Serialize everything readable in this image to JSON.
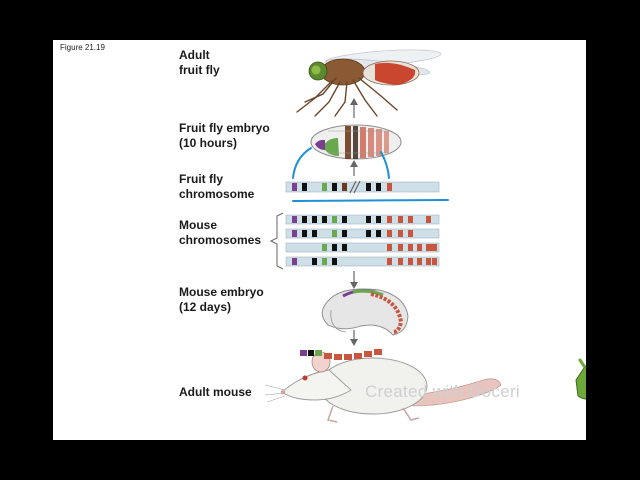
{
  "figure_label": "Figure 21.19",
  "labels": {
    "adult_fly": "Adult\nfruit fly",
    "fly_embryo": "Fruit fly embryo\n(10 hours)",
    "fly_chromosome": "Fruit fly\nchromosome",
    "mouse_chromosomes": "Mouse\nchromosomes",
    "mouse_embryo": "Mouse embryo\n(12 days)",
    "adult_mouse": "Adult mouse"
  },
  "watermark": "Created with Doceri",
  "colors": {
    "purple": "#7a3f8f",
    "black": "#111111",
    "green": "#6aa84f",
    "brown": "#6b3a1e",
    "red": "#c8553d",
    "chromosome": "#cfdfe8",
    "annotation_blue": "#1f8fd6"
  },
  "fly_chromosome_genes": [
    "purple",
    "black",
    "green",
    "black",
    "brown",
    "black",
    "black",
    "red"
  ],
  "mouse_chromosomes": [
    [
      "purple",
      "black",
      "black",
      "black",
      "green",
      "black",
      "black",
      "black",
      "red",
      "red",
      "red",
      "red"
    ],
    [
      "purple",
      "black",
      "black",
      "green",
      "black",
      "black",
      "black",
      "red",
      "red",
      "red"
    ],
    [
      "green",
      "black",
      "black",
      "red",
      "red",
      "red",
      "red",
      "red",
      "red",
      "red"
    ],
    [
      "purple",
      "black",
      "green",
      "black",
      "red",
      "red",
      "red",
      "red",
      "red",
      "red"
    ]
  ],
  "icons": {
    "hand": "pointing-hand-icon"
  }
}
